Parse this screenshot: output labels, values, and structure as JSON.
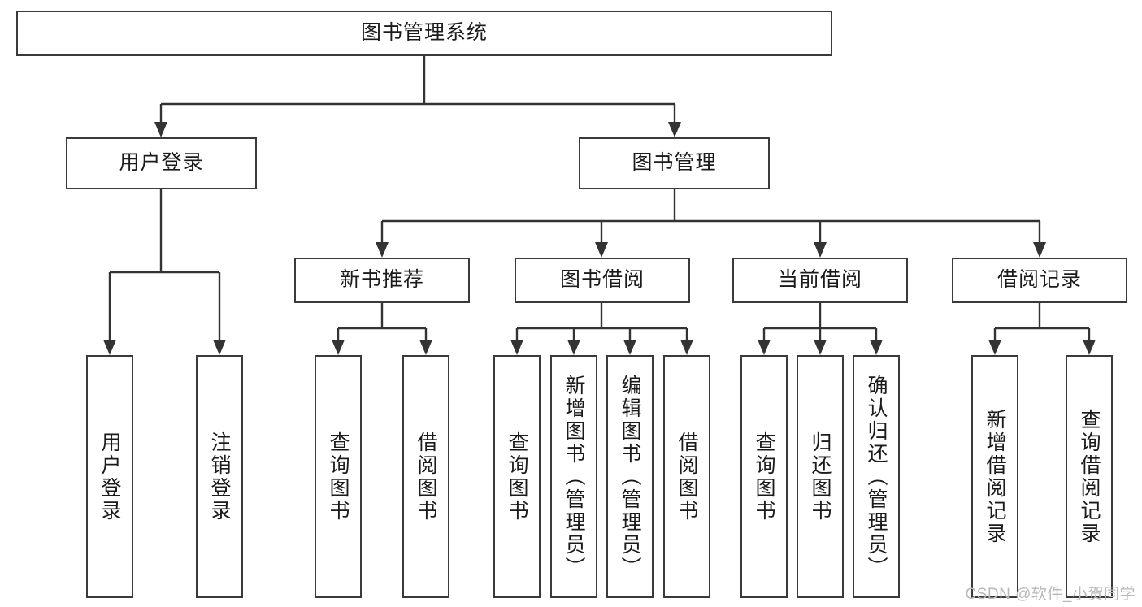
{
  "diagram": {
    "type": "tree",
    "title": "图书管理系统",
    "orientation": "top-down",
    "colors": {
      "box_border": "#3a3a3a",
      "box_fill": "#ffffff",
      "connector": "#333333",
      "text": "#1b1b1b",
      "watermark": "#b9b9b9",
      "background": "#ffffff"
    },
    "root": {
      "label": "图书管理系统"
    },
    "level2": [
      {
        "label": "用户登录"
      },
      {
        "label": "图书管理"
      }
    ],
    "level3": [
      {
        "label": "新书推荐"
      },
      {
        "label": "图书借阅"
      },
      {
        "label": "当前借阅"
      },
      {
        "label": "借阅记录"
      }
    ],
    "leaves": {
      "user_login": [
        {
          "label": "用户登录"
        },
        {
          "label": "注销登录"
        }
      ],
      "new_book_recommend": [
        {
          "label": "查询图书"
        },
        {
          "label": "借阅图书"
        }
      ],
      "book_borrow": [
        {
          "label": "查询图书"
        },
        {
          "label": "新增图书（管理员）"
        },
        {
          "label": "编辑图书（管理员）"
        },
        {
          "label": "借阅图书"
        }
      ],
      "current_borrow": [
        {
          "label": "查询图书"
        },
        {
          "label": "归还图书"
        },
        {
          "label": "确认归还（管理员）"
        }
      ],
      "borrow_record": [
        {
          "label": "新增借阅记录"
        },
        {
          "label": "查询借阅记录"
        }
      ]
    }
  },
  "watermark": {
    "text": "CSDN @软件_小贺同学"
  }
}
